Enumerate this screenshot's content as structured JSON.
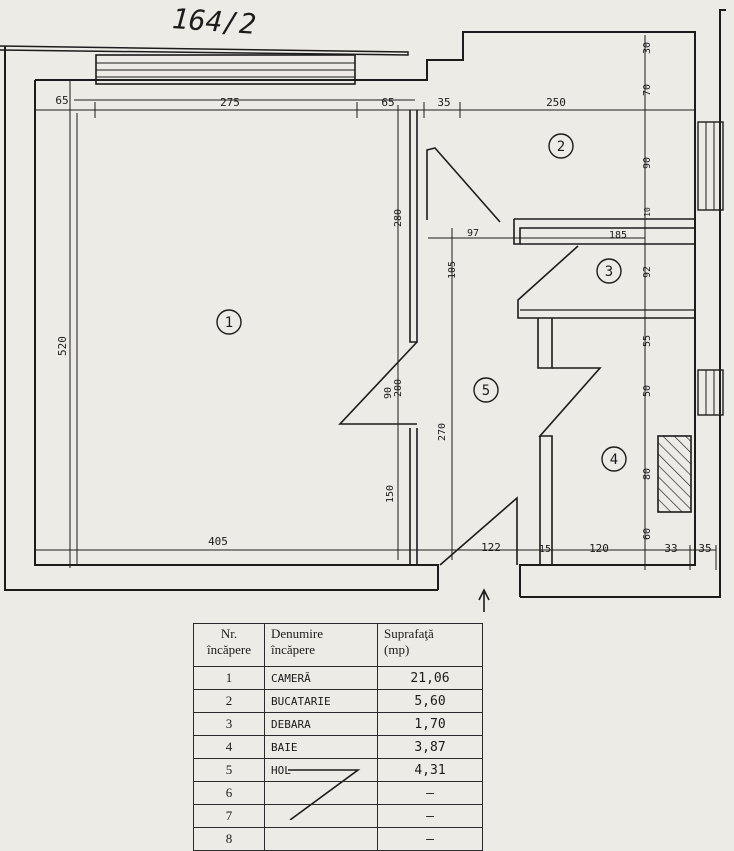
{
  "header": {
    "handwritten_number": "164/2"
  },
  "rooms": [
    {
      "number": "1",
      "label": "1"
    },
    {
      "number": "2",
      "label": "2"
    },
    {
      "number": "3",
      "label": "3"
    },
    {
      "number": "4",
      "label": "4"
    },
    {
      "number": "5",
      "label": "5"
    }
  ],
  "dimensions": {
    "top": [
      "65",
      "275",
      "65",
      "35",
      "250"
    ],
    "left_height": "520",
    "bottom": [
      "405",
      "122",
      "15",
      "120",
      "33",
      "35"
    ],
    "right": [
      "30",
      "70",
      "90",
      "10",
      "92",
      "55",
      "50",
      "80",
      "60"
    ],
    "inner": [
      "280",
      "97",
      "185",
      "105",
      "90",
      "200",
      "270",
      "150"
    ]
  },
  "table": {
    "headers": {
      "nr": [
        "Nr.",
        "încăpere"
      ],
      "name": [
        "Denumire",
        "încăpere"
      ],
      "area": [
        "Suprafaţă",
        "(mp)"
      ]
    },
    "rows": [
      {
        "nr": "1",
        "name": "CAMERĂ",
        "area": "21,06"
      },
      {
        "nr": "2",
        "name": "BUCATARIE",
        "area": "5,60"
      },
      {
        "nr": "3",
        "name": "DEBARA",
        "area": "1,70"
      },
      {
        "nr": "4",
        "name": "BAIE",
        "area": "3,87"
      },
      {
        "nr": "5",
        "name": "HOL",
        "area": "4,31"
      },
      {
        "nr": "6",
        "name": "",
        "area": "—"
      },
      {
        "nr": "7",
        "name": "",
        "area": "—"
      },
      {
        "nr": "8",
        "name": "",
        "area": "—"
      }
    ]
  }
}
